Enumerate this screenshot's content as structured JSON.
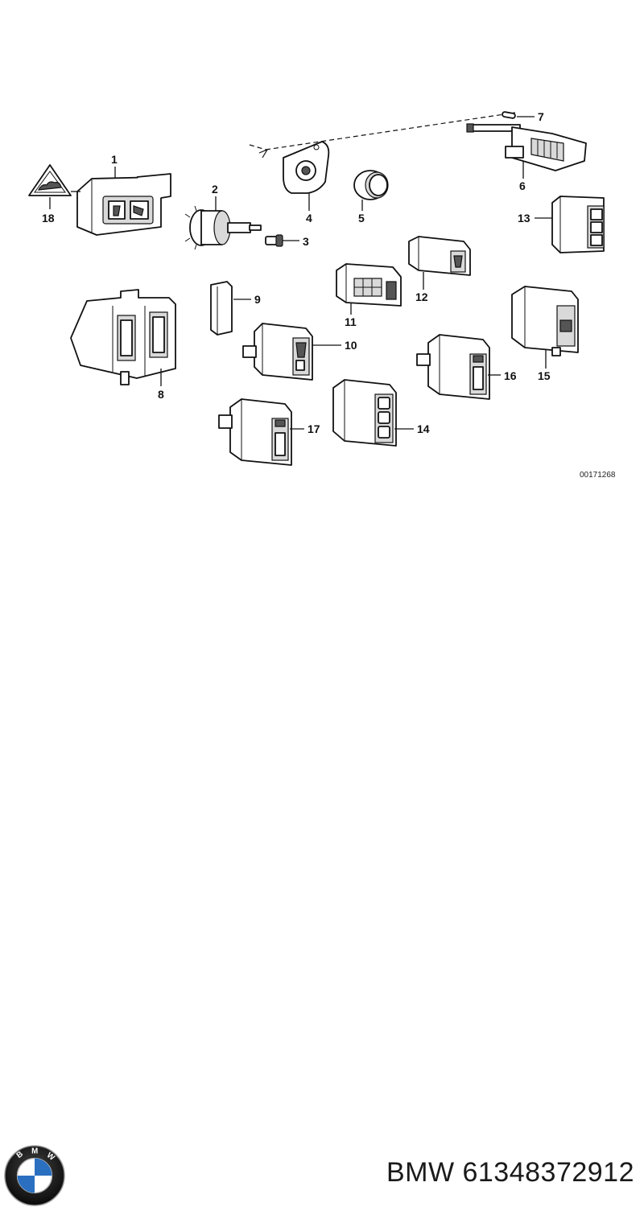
{
  "diagram": {
    "labels": {
      "p1": "1",
      "p2": "2",
      "p3": "3",
      "p4": "4",
      "p5": "5",
      "p6": "6",
      "p7": "7",
      "p8": "8",
      "p9": "9",
      "p10": "10",
      "p11": "11",
      "p12": "12",
      "p13": "13",
      "p14": "14",
      "p15": "15",
      "p16": "16",
      "p17": "17",
      "p18": "18"
    },
    "drawing_number": "00171268"
  },
  "footer": {
    "brand_logo": "BMW",
    "part_text": "BMW 61348372912"
  }
}
